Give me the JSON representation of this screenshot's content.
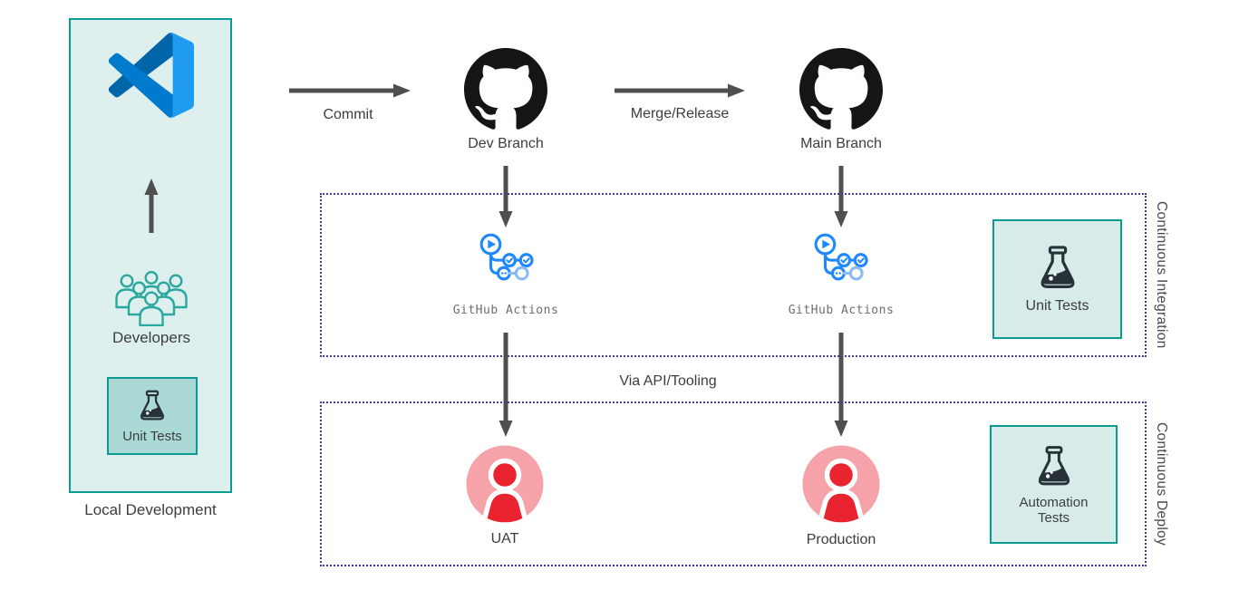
{
  "colors": {
    "teal_border": "#0c9a91",
    "panel_fill": "#def0ee",
    "inner_box_fill": "#abd9d6",
    "test_box_fill": "#d7ebe9",
    "dotted_border": "#3d3d99",
    "arrow": "#4f4f4f",
    "text": "#3d3d3d",
    "muted_text": "#6e6e6e",
    "github_black": "#161414",
    "actions_blue": "#2088ff",
    "actions_light_blue": "#8cbcf8",
    "vscode_blue_dark": "#0065a9",
    "vscode_blue": "#007acc",
    "vscode_blue_light": "#1f9cf0",
    "person_red": "#e92430",
    "person_pink": "#f5a3a9",
    "flask_dark": "#263238",
    "people_teal": "#2aa79f"
  },
  "icons": {
    "vscode": "vscode-logo-icon",
    "developers": "people-group-icon",
    "flask": "test-flask-icon",
    "github": "github-octocat-icon",
    "github_actions": "github-actions-workflow-icon",
    "person_circle": "user-environment-icon",
    "arrow": "flow-arrow-icon"
  },
  "local_dev": {
    "label": "Local Development",
    "developers_label": "Developers",
    "unit_tests_label": "Unit Tests"
  },
  "pipeline": {
    "commit_label": "Commit",
    "dev_branch_label": "Dev Branch",
    "merge_release_label": "Merge/Release",
    "main_branch_label": "Main Branch",
    "via_api_label": "Via API/Tooling"
  },
  "continuous_integration": {
    "label": "Continuous Integration",
    "github_actions_left_label": "GitHub Actions",
    "github_actions_right_label": "GitHub Actions",
    "unit_tests_label": "Unit Tests"
  },
  "continuous_deploy": {
    "label": "Continuous Deploy",
    "uat_label": "UAT",
    "production_label": "Production",
    "automation_tests_label": "Automation Tests"
  }
}
